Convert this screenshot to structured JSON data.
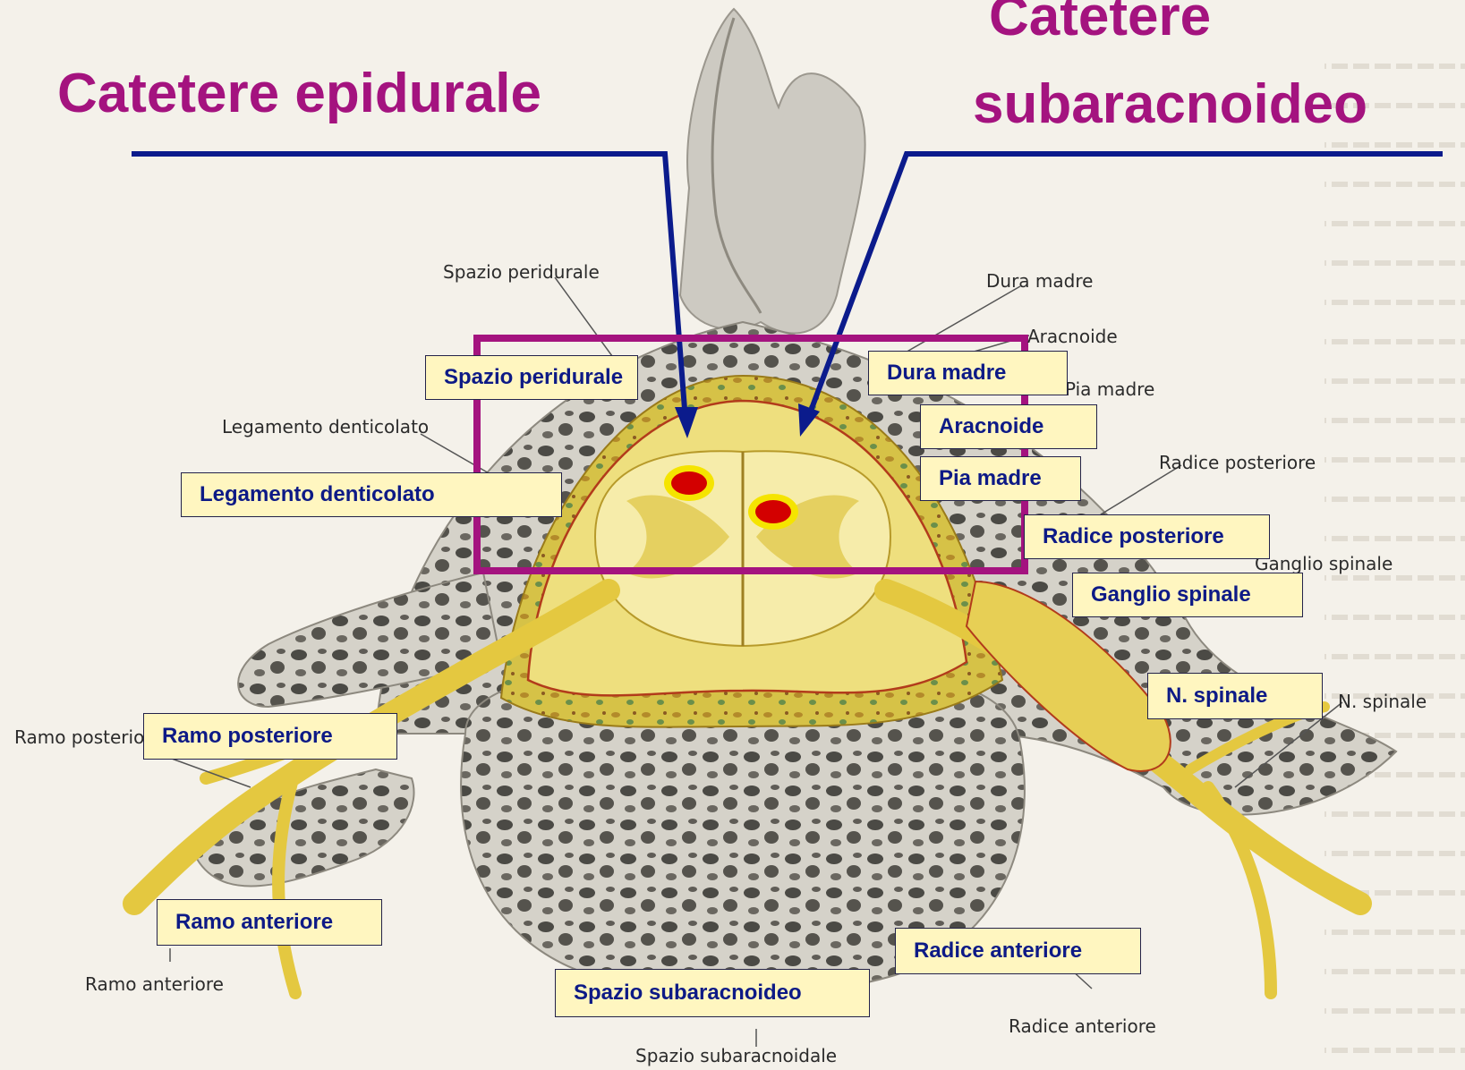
{
  "titles": {
    "epidural": "Catetere epidurale",
    "subarachnoid_line1": "Catetere",
    "subarachnoid_line2": "subaracnoideo"
  },
  "labels": {
    "spazio_peridurale": "Spazio peridurale",
    "dura_madre": "Dura madre",
    "aracnoide": "Aracnoide",
    "pia_madre": "Pia madre",
    "legamento_denticolato": "Legamento denticolato",
    "radice_posteriore": "Radice posteriore",
    "ganglio_spinale": "Ganglio spinale",
    "n_spinale": "N. spinale",
    "ramo_posteriore": "Ramo posteriore",
    "ramo_anteriore": "Ramo anteriore",
    "radice_anteriore": "Radice anteriore",
    "spazio_subaracnoideo": "Spazio subaracnoideo"
  },
  "original_labels": {
    "spazio_peridurale": "Spazio peridurale",
    "dura_madre": "Dura madre",
    "aracnoide": "Aracnoide",
    "pia_madre": "Pia madre",
    "legamento_denticolato": "Legamento denticolato",
    "radice_posteriore": "Radice posteriore",
    "ganglio_spinale": "Ganglio spinale",
    "n_spinale": "N. spinale",
    "ramo_posteriore": "Ramo posteriore",
    "ramo_anteriore": "Ramo anteriore",
    "radice_anteriore": "Radice anteriore",
    "spazio_subaracnoidale": "Spazio subaracnoidale"
  },
  "colors": {
    "title": "#a4137f",
    "label_text": "#0d1a86",
    "label_bg": "#fff6c0",
    "pointer_line": "#0b1b8c",
    "highlight_box": "#a4137f",
    "catheter_marker": "#d30000",
    "marker_ring": "#f5e400",
    "cord": "#f1e58c",
    "nerve": "#e4c840",
    "bone": "#c9c6bd"
  }
}
